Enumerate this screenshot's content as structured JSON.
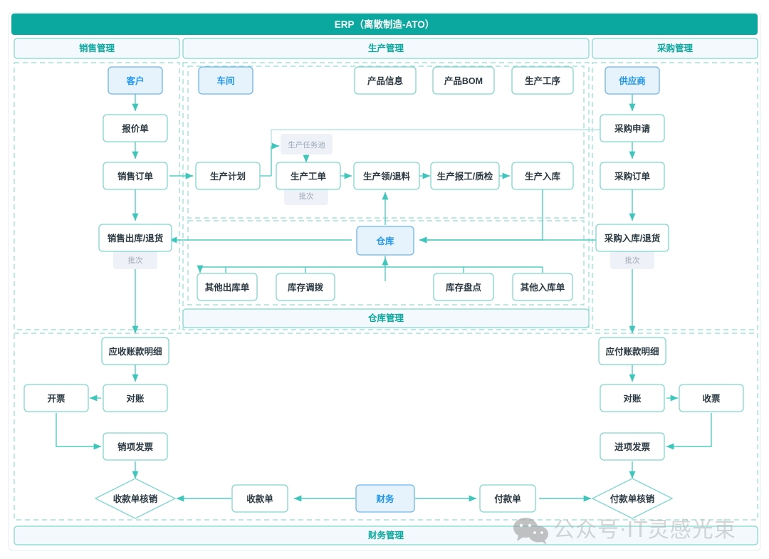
{
  "title": {
    "text": "ERP（离散制造-ATO）",
    "bg": "#0aa89e",
    "fg": "#ffffff"
  },
  "colors": {
    "teal": "#0aa89e",
    "teal_line": "#4ecdc4",
    "teal_border": "#7fd6ce",
    "blue_text": "#2196f3",
    "blue_fill": "#e6f3fd",
    "blue_border": "#6cb5f0",
    "panel_fill": "#f3f9fd",
    "badge_fill": "#eef2f8",
    "badge_text": "#9aa7b4",
    "node_text": "#2b3a42",
    "dashed": "#8fdcd4"
  },
  "section_headers": [
    {
      "id": "sales",
      "label": "销售管理"
    },
    {
      "id": "production",
      "label": "生产管理"
    },
    {
      "id": "purchase",
      "label": "采购管理"
    }
  ],
  "inner_bars": [
    {
      "id": "warehouse",
      "label": "仓库管理"
    },
    {
      "id": "finance",
      "label": "财务管理"
    }
  ],
  "nodes": {
    "customer": {
      "label": "客户",
      "style": "blue"
    },
    "quotation": {
      "label": "报价单",
      "style": "plain"
    },
    "sales_order": {
      "label": "销售订单",
      "style": "plain"
    },
    "sales_out": {
      "label": "销售出库/退货",
      "style": "plain"
    },
    "workshop": {
      "label": "车间",
      "style": "blue"
    },
    "product_info": {
      "label": "产品信息",
      "style": "plain"
    },
    "product_bom": {
      "label": "产品BOM",
      "style": "plain"
    },
    "process": {
      "label": "生产工序",
      "style": "plain"
    },
    "prod_plan": {
      "label": "生产计划",
      "style": "plain"
    },
    "work_order": {
      "label": "生产工单",
      "style": "plain"
    },
    "material": {
      "label": "生产领/退料",
      "style": "plain"
    },
    "report_qc": {
      "label": "生产报工/质检",
      "style": "plain"
    },
    "prod_in": {
      "label": "生产入库",
      "style": "plain"
    },
    "supplier": {
      "label": "供应商",
      "style": "blue"
    },
    "purchase_req": {
      "label": "采购申请",
      "style": "plain"
    },
    "purchase_order": {
      "label": "采购订单",
      "style": "plain"
    },
    "purchase_in": {
      "label": "采购入库/退货",
      "style": "plain"
    },
    "warehouse_node": {
      "label": "仓库",
      "style": "blue"
    },
    "other_out": {
      "label": "其他出库单",
      "style": "plain"
    },
    "stock_transfer": {
      "label": "库存调拨",
      "style": "plain"
    },
    "stock_count": {
      "label": "库存盘点",
      "style": "plain"
    },
    "other_in": {
      "label": "其他入库单",
      "style": "plain"
    },
    "ar_detail": {
      "label": "应收账款明细",
      "style": "plain"
    },
    "recon_left": {
      "label": "对账",
      "style": "plain"
    },
    "invoice_issue": {
      "label": "开票",
      "style": "plain"
    },
    "output_invoice": {
      "label": "销项发票",
      "style": "plain"
    },
    "receipt_voucher": {
      "label": "收款单",
      "style": "plain"
    },
    "finance_node": {
      "label": "财务",
      "style": "blue"
    },
    "payment_voucher": {
      "label": "付款单",
      "style": "plain"
    },
    "ap_detail": {
      "label": "应付账款明细",
      "style": "plain"
    },
    "recon_right": {
      "label": "对账",
      "style": "plain"
    },
    "invoice_recv": {
      "label": "收票",
      "style": "plain"
    },
    "input_invoice": {
      "label": "进项发票",
      "style": "plain"
    }
  },
  "diamonds": {
    "receipt_writeoff": {
      "label": "收款单核销"
    },
    "payment_writeoff": {
      "label": "付款单核销"
    }
  },
  "badges": {
    "task_pool": {
      "label": "生产任务池"
    },
    "batch_work": {
      "label": "批次"
    },
    "batch_sales": {
      "label": "批次"
    },
    "batch_purchase": {
      "label": "批次"
    }
  },
  "watermark": {
    "text": "公众号·IT灵感光束",
    "icon": "wechat-icon"
  }
}
